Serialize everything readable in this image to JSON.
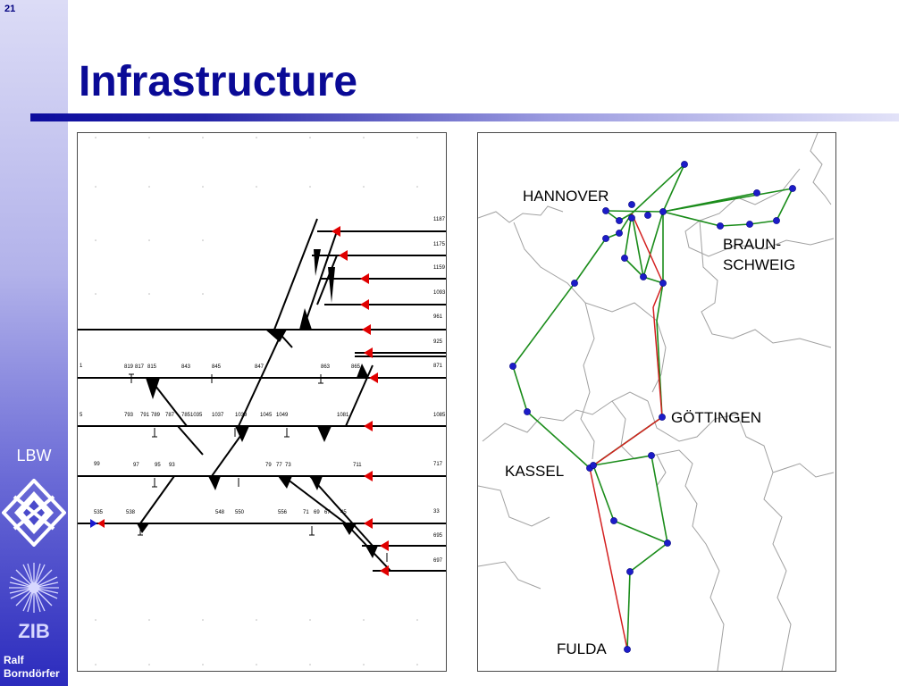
{
  "slide": {
    "number": "21",
    "title": "Infrastructure",
    "author_line1": "Ralf",
    "author_line2": "Borndörfer"
  },
  "sidebar": {
    "lbw_label": "LBW",
    "zib_logo_text": "ZIB"
  },
  "map": {
    "city_labels": {
      "hannover": "HANNOVER",
      "braunschweig_1": "BRAUN-",
      "braunschweig_2": "SCHWEIG",
      "goettingen": "GÖTTINGEN",
      "kassel": "KASSEL",
      "fulda": "FULDA"
    },
    "colors": {
      "green_line": "#1a8c1a",
      "red_line": "#d42020",
      "node": "#1c1cc8",
      "border": "#a0a0a0"
    }
  },
  "track_diagram": {
    "right_labels": [
      "1187",
      "1175",
      "1159",
      "1093",
      "961",
      "925",
      "871",
      "1085",
      "717",
      "33",
      "695",
      "697"
    ],
    "left_labels": [
      "1",
      "5",
      "99",
      "535"
    ],
    "row_b_labels": [
      "819",
      "817",
      "815",
      "843",
      "845",
      "847",
      "863",
      "865"
    ],
    "row_c_labels": [
      "793",
      "791",
      "789",
      "787",
      "785",
      "1035",
      "1037",
      "1039",
      "1045",
      "1049",
      "1081"
    ],
    "row_d_labels": [
      "97",
      "95",
      "93",
      "79",
      "77",
      "73",
      "711"
    ],
    "row_e_labels": [
      "538",
      "548",
      "550",
      "556",
      "71",
      "69",
      "67",
      "45"
    ],
    "colors": {
      "track": "#000000",
      "signal_red": "#e00000",
      "signal_blue": "#1a1ad0"
    }
  }
}
